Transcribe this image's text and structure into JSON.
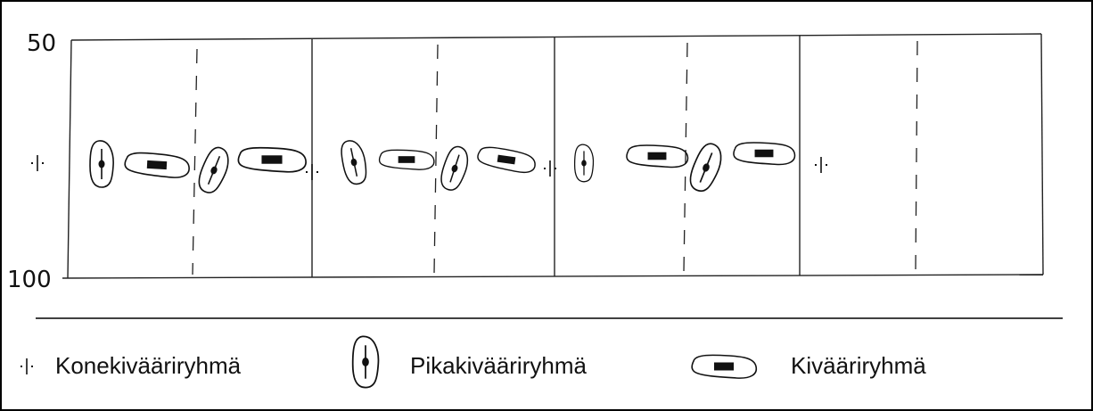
{
  "diagram": {
    "top_label": "50",
    "bottom_label": "100",
    "row_symbols": [
      {
        "kind": "mg"
      },
      {
        "kind": "lmg"
      },
      {
        "kind": "rifle"
      },
      {
        "kind": "lmg"
      },
      {
        "kind": "rifle"
      },
      {
        "kind": "mg"
      },
      {
        "kind": "lmg"
      },
      {
        "kind": "rifle"
      },
      {
        "kind": "lmg"
      },
      {
        "kind": "rifle"
      },
      {
        "kind": "mg"
      },
      {
        "kind": "lmg"
      },
      {
        "kind": "rifle"
      },
      {
        "kind": "lmg"
      },
      {
        "kind": "rifle"
      },
      {
        "kind": "mg"
      }
    ]
  },
  "legend": {
    "items": [
      {
        "symbol": "mg",
        "label": "Konekivääriryhmä"
      },
      {
        "symbol": "lmg",
        "label": "Pikakivääriryhmä"
      },
      {
        "symbol": "rifle",
        "label": "Kivääriryhmä"
      }
    ]
  },
  "colors": {
    "ink": "#111111",
    "border": "#000000",
    "background": "#ffffff"
  }
}
